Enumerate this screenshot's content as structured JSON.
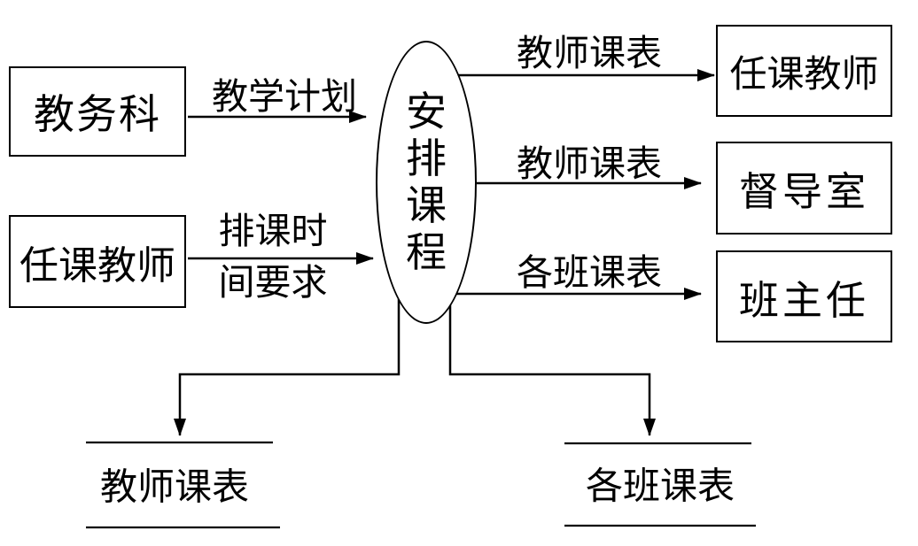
{
  "diagram": {
    "type": "data-flow-diagram",
    "process": {
      "label": "安排课程"
    },
    "entities": {
      "academic_affairs": {
        "label": "教务科"
      },
      "teacher_source": {
        "label": "任课教师"
      },
      "teacher_sink": {
        "label": "任课教师"
      },
      "supervision_office": {
        "label": "督导室"
      },
      "head_teacher": {
        "label": "班主任"
      }
    },
    "flows": {
      "teaching_plan": {
        "label": "教学计划"
      },
      "schedule_time_request": {
        "line1": "排课时",
        "line2": "间要求",
        "full": "排课时间要求"
      },
      "teacher_timetable_to_teacher": {
        "label": "教师课表"
      },
      "teacher_timetable_to_supervision": {
        "label": "教师课表"
      },
      "class_timetable_to_head_teacher": {
        "label": "各班课表"
      }
    },
    "data_stores": {
      "teacher_timetable": {
        "label": "教师课表"
      },
      "class_timetable": {
        "label": "各班课表"
      }
    },
    "colors": {
      "line": "#000000",
      "background": "#ffffff",
      "text": "#000000"
    }
  }
}
